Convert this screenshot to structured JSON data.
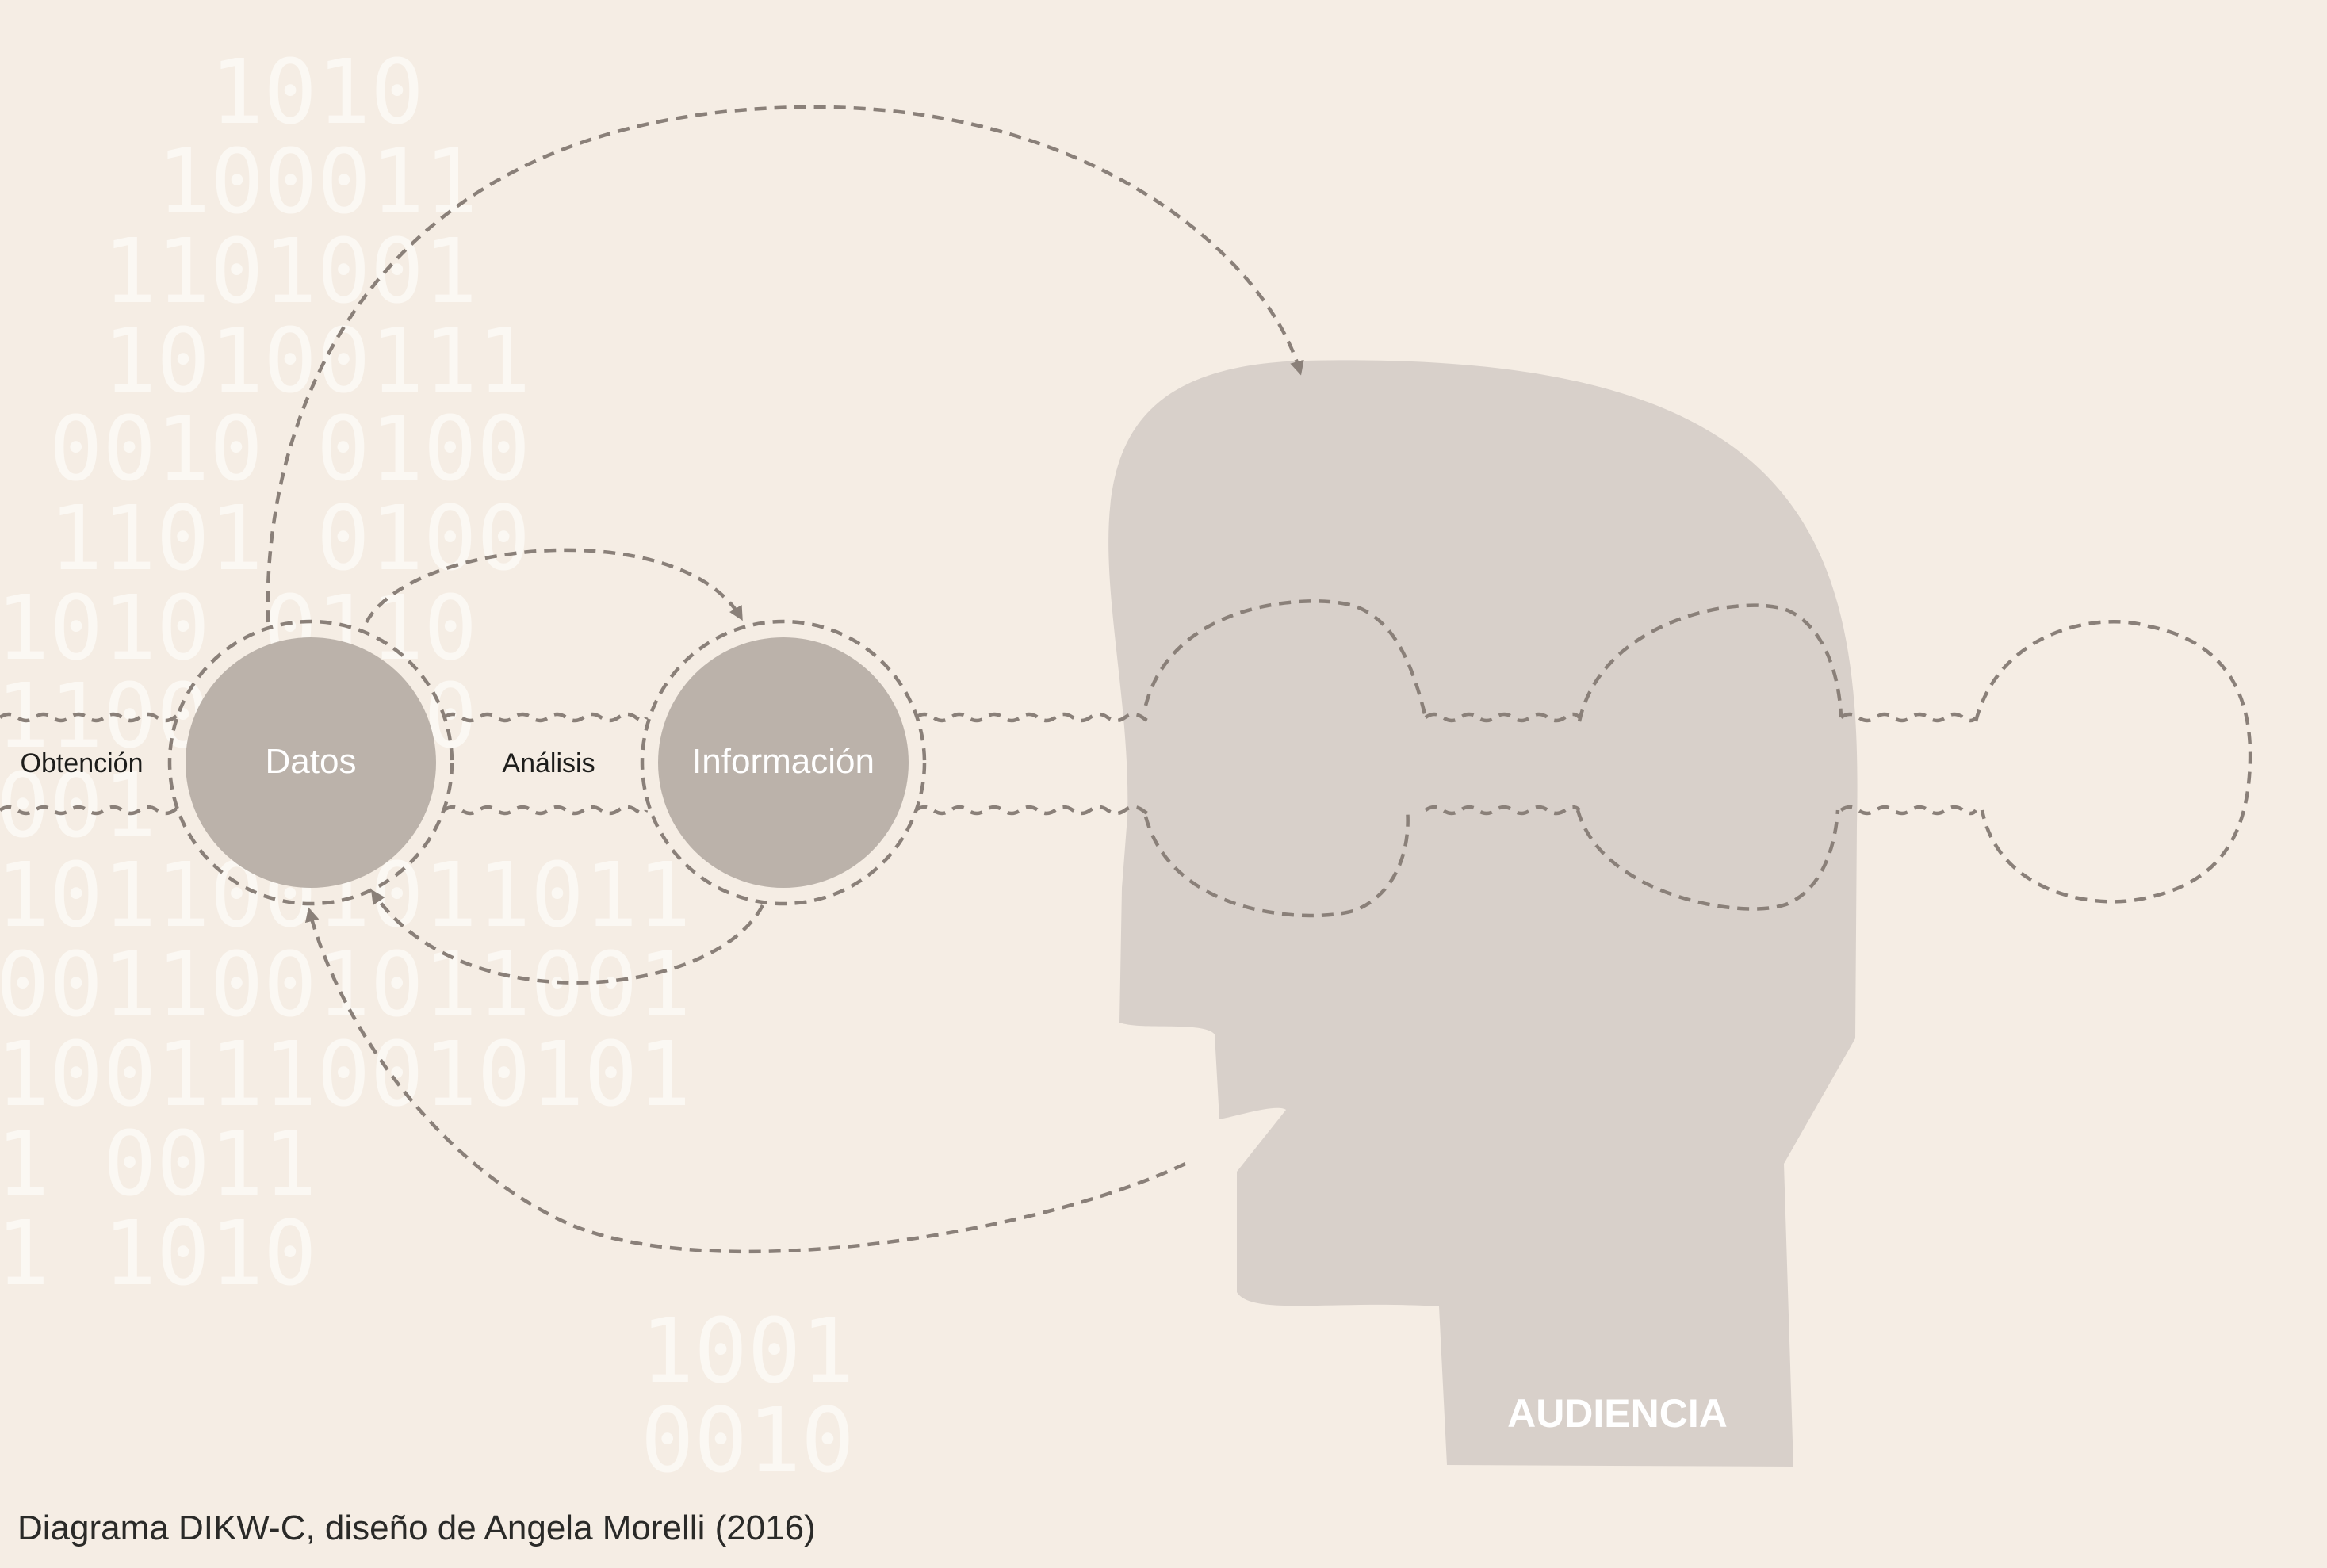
{
  "binary_rows": [
    "1010",
    "100011",
    "1101001",
    "10100111",
    "0010 0100",
    "1101 0100",
    "1010 0110",
    "1100 1010",
    "001 1000",
    "1011001011011",
    "0011001011001",
    "1001110010101",
    "1 0011",
    "1 1010",
    "1001",
    "0010"
  ],
  "labels": {
    "obtencion": "Obtención",
    "datos": "Datos",
    "analisis": "Análisis",
    "informacion": "Información",
    "audiencia": "AUDIENCIA"
  },
  "caption": "Diagrama DIKW-C, diseño de Angela Morelli (2016)",
  "colors": {
    "background": "#f5ede4",
    "head": "#d8d0ca",
    "node": "#bbb2aa",
    "dashed_stroke": "#8a8079",
    "binary": "#fbf8f3"
  }
}
